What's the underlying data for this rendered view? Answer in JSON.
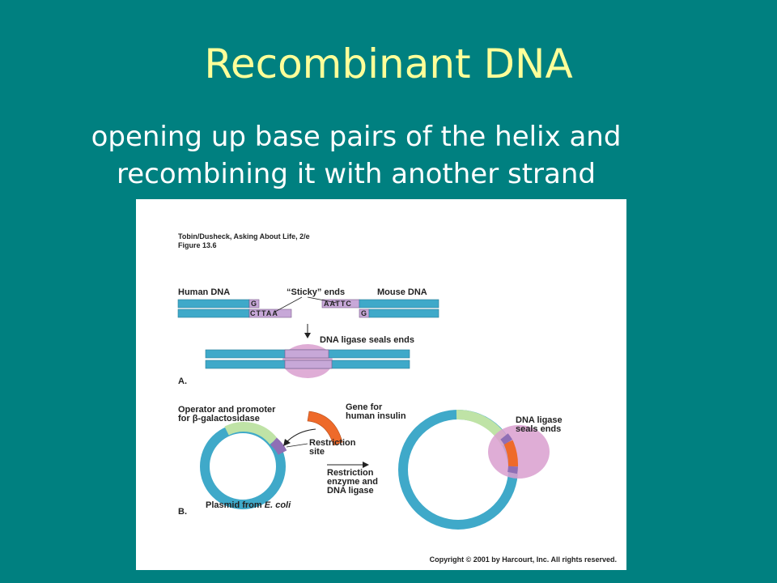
{
  "slide": {
    "title": "Recombinant DNA",
    "subtitle_line1": "opening up base pairs of the helix and",
    "subtitle_line2": "recombining it with another strand"
  },
  "figure": {
    "source_line1": "Tobin/Dusheck, Asking About Life, 2/e",
    "source_line2": "Figure 13.6",
    "panel_a": {
      "human_dna_label": "Human DNA",
      "sticky_ends_label": "“Sticky” ends",
      "mouse_dna_label": "Mouse DNA",
      "human_top_base": "G",
      "human_bottom_bases": "CTTAA",
      "mouse_top_bases": "AATTC",
      "mouse_bottom_base": "G",
      "ligase_label": "DNA ligase seals ends",
      "panel_letter": "A."
    },
    "panel_b": {
      "operator_line1": "Operator and promoter",
      "operator_line2": "for β-galactosidase",
      "gene_line1": "Gene for",
      "gene_line2": "human insulin",
      "restriction_site_line1": "Restriction",
      "restriction_site_line2": "site",
      "enzyme_line1": "Restriction",
      "enzyme_line2": "enzyme and",
      "enzyme_line3": "DNA ligase",
      "ligase_line1": "DNA ligase",
      "ligase_line2": "seals ends",
      "plasmid_prefix": "Plasmid from ",
      "plasmid_species": "E. coli",
      "panel_letter": "B."
    },
    "copyright": "Copyright © 2001 by Harcourt, Inc. All rights reserved.",
    "colors": {
      "dna_blue": "#3fa9c9",
      "sticky_purple": "#c7a8d8",
      "ligase_pink": "#d99fcf",
      "operator_green": "#bfe3a6",
      "insulin_orange": "#ee6a2a"
    }
  }
}
